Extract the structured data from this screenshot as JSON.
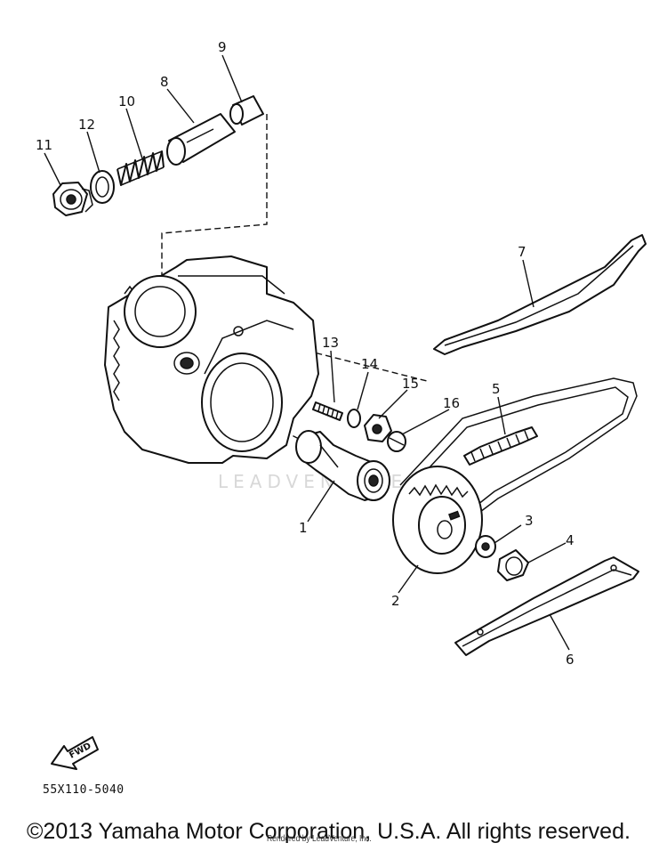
{
  "diagram": {
    "callouts": [
      {
        "id": "1",
        "label": "1"
      },
      {
        "id": "2",
        "label": "2"
      },
      {
        "id": "3",
        "label": "3"
      },
      {
        "id": "4",
        "label": "4"
      },
      {
        "id": "5",
        "label": "5"
      },
      {
        "id": "6",
        "label": "6"
      },
      {
        "id": "7",
        "label": "7"
      },
      {
        "id": "8",
        "label": "8"
      },
      {
        "id": "9",
        "label": "9"
      },
      {
        "id": "10",
        "label": "10"
      },
      {
        "id": "11",
        "label": "11"
      },
      {
        "id": "12",
        "label": "12"
      },
      {
        "id": "13",
        "label": "13"
      },
      {
        "id": "14",
        "label": "14"
      },
      {
        "id": "15",
        "label": "15"
      },
      {
        "id": "16",
        "label": "16"
      }
    ],
    "fwd_arrow_label": "FWD",
    "drawing_code": "55X110-5040",
    "watermark": "LEADVENTURE"
  },
  "footer": {
    "copyright": "©2013 Yamaha Motor Corporation, U.S.A. All rights reserved.",
    "rendered_by": "Rendered by LeadVenture, Inc."
  }
}
